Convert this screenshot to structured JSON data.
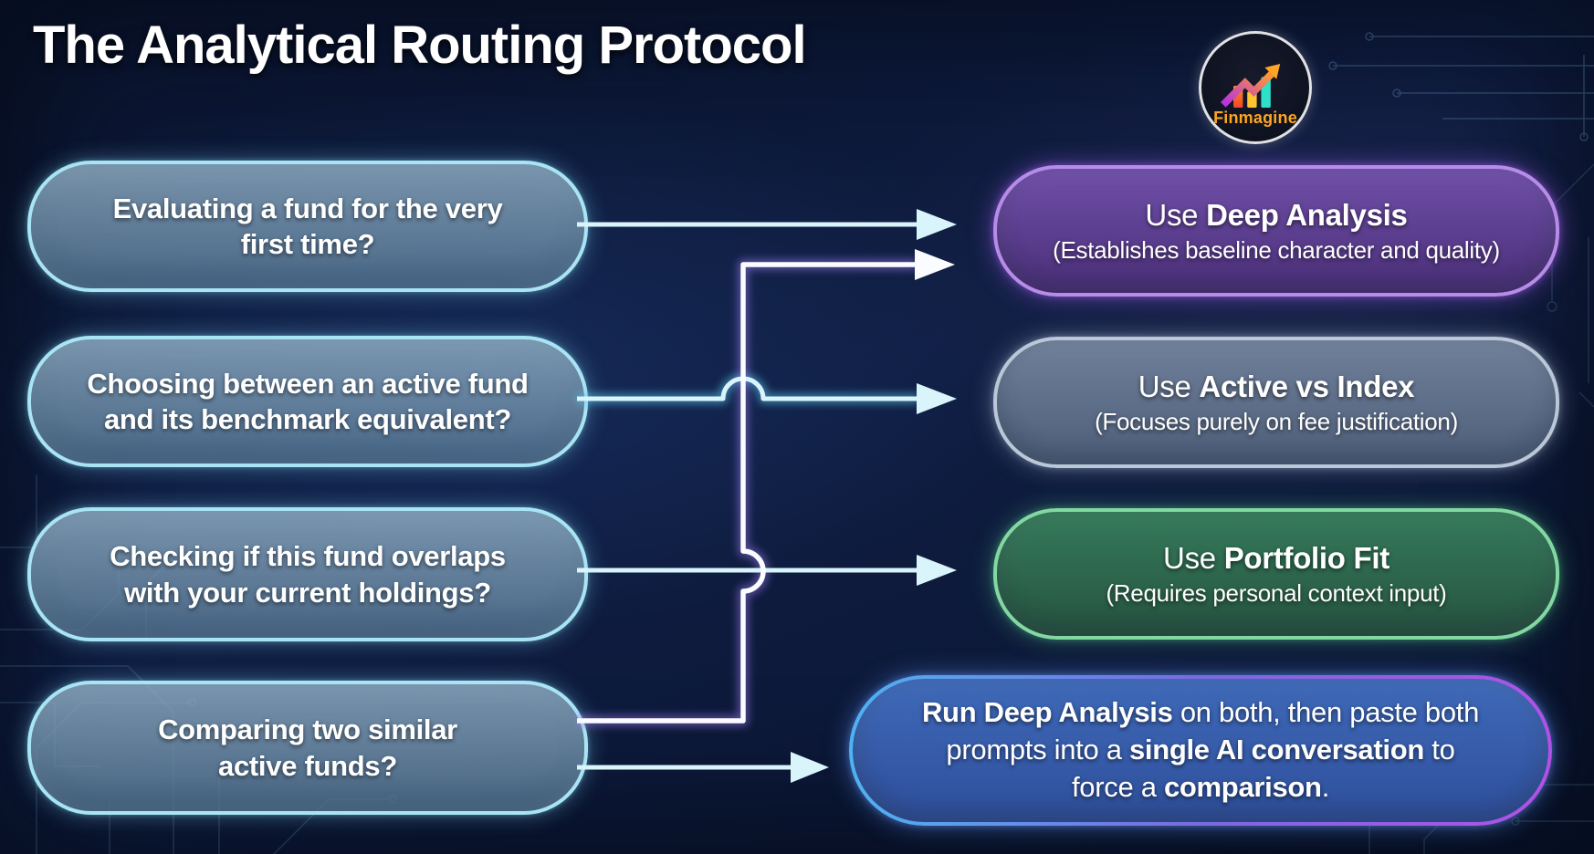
{
  "title": "The Analytical Routing Protocol",
  "logo": {
    "wordmark": "Finmagine"
  },
  "questions": [
    {
      "text": "Evaluating a fund for the very\nfirst time?"
    },
    {
      "text": "Choosing between an active fund\nand its benchmark equivalent?"
    },
    {
      "text": "Checking if this fund overlaps\nwith your current holdings?"
    },
    {
      "text": "Comparing two similar\nactive funds?"
    }
  ],
  "questions_theme": {
    "border": "#a9e4f4",
    "bg1": "#96b4cac9",
    "bg2": "#5c7f9cbd",
    "glow": "#7fd4f066"
  },
  "answers": [
    {
      "prefix": "Use ",
      "name": "Deep Analysis",
      "subtitle": "(Establishes baseline character and quality)",
      "theme": {
        "border": "#b78ce8",
        "bg1": "#6f4fa8",
        "bg2": "#4a2f78",
        "glow": "#9a5ce788"
      }
    },
    {
      "prefix": "Use ",
      "name": "Active vs Index",
      "subtitle": "(Focuses purely on fee justification)",
      "theme": {
        "border": "#bac7d8",
        "bg1": "#70809a",
        "bg2": "#4d5e79",
        "glow": "#aebfd466"
      }
    },
    {
      "prefix": "Use ",
      "name": "Portfolio Fit",
      "subtitle": "(Requires personal context input)",
      "theme": {
        "border": "#83d8a2",
        "bg1": "#357a5a",
        "bg2": "#265340",
        "glow": "#5fd98f5c"
      }
    }
  ],
  "combined_answer": {
    "line1_bold": "Run Deep Analysis",
    "line1_rest": " on both, then paste both",
    "line2_pre": "prompts into a ",
    "line2_bold": "single AI conversation",
    "line2_post": " to",
    "line3_pre": "force a ",
    "line3_bold": "comparison",
    "line3_post": ".",
    "theme": {
      "border1": "#4fb2f2",
      "border2": "#b152e6",
      "bg1": "#3e69b8",
      "bg2": "#2f4f9b",
      "glow": "#5a8ae788"
    }
  },
  "connector_colors": {
    "question_line": "#d9f4fb",
    "routing_line": "#fafcff",
    "glow_cyan": "#5ac8ea",
    "glow_purple": "#9d7df0"
  }
}
